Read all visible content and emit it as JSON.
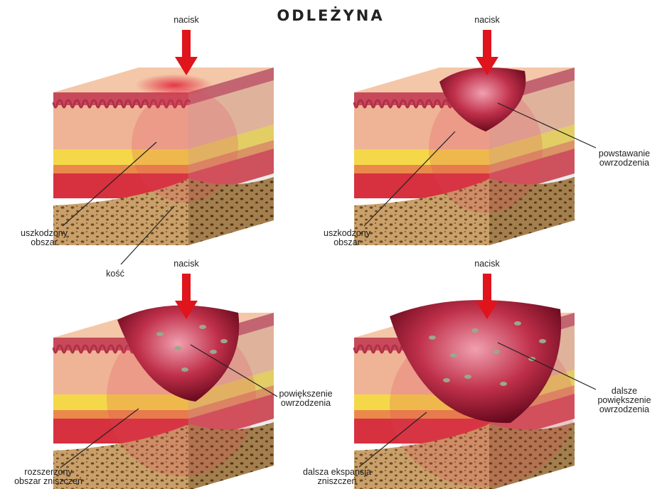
{
  "title": "ODLEŻYNA",
  "pressure_label": "nacisk",
  "stages": [
    {
      "id": "stage-1",
      "labels": [
        "uszkodzony\nobszar",
        "kość"
      ]
    },
    {
      "id": "stage-2",
      "labels": [
        "uszkodzony\nobszar",
        "powstawanie\nowrzodzenia"
      ]
    },
    {
      "id": "stage-3",
      "labels": [
        "rozszerzony\nobszar zniszczeń",
        "powiększenie\nowrzodzenia"
      ]
    },
    {
      "id": "stage-4",
      "labels": [
        "dalsza ekspansja\nzniszczeń",
        "dalsze\npowiększenie\nowrzodzenia"
      ]
    }
  ],
  "colors": {
    "arrow": "#e0141c",
    "skin_top": "#f4c7a8",
    "epidermis": "#c84a5a",
    "dermis": "#efb395",
    "fat": "#f4d84a",
    "muscle": "#d7303e",
    "bone": "#c9a06a",
    "wound": "#8a1028"
  }
}
